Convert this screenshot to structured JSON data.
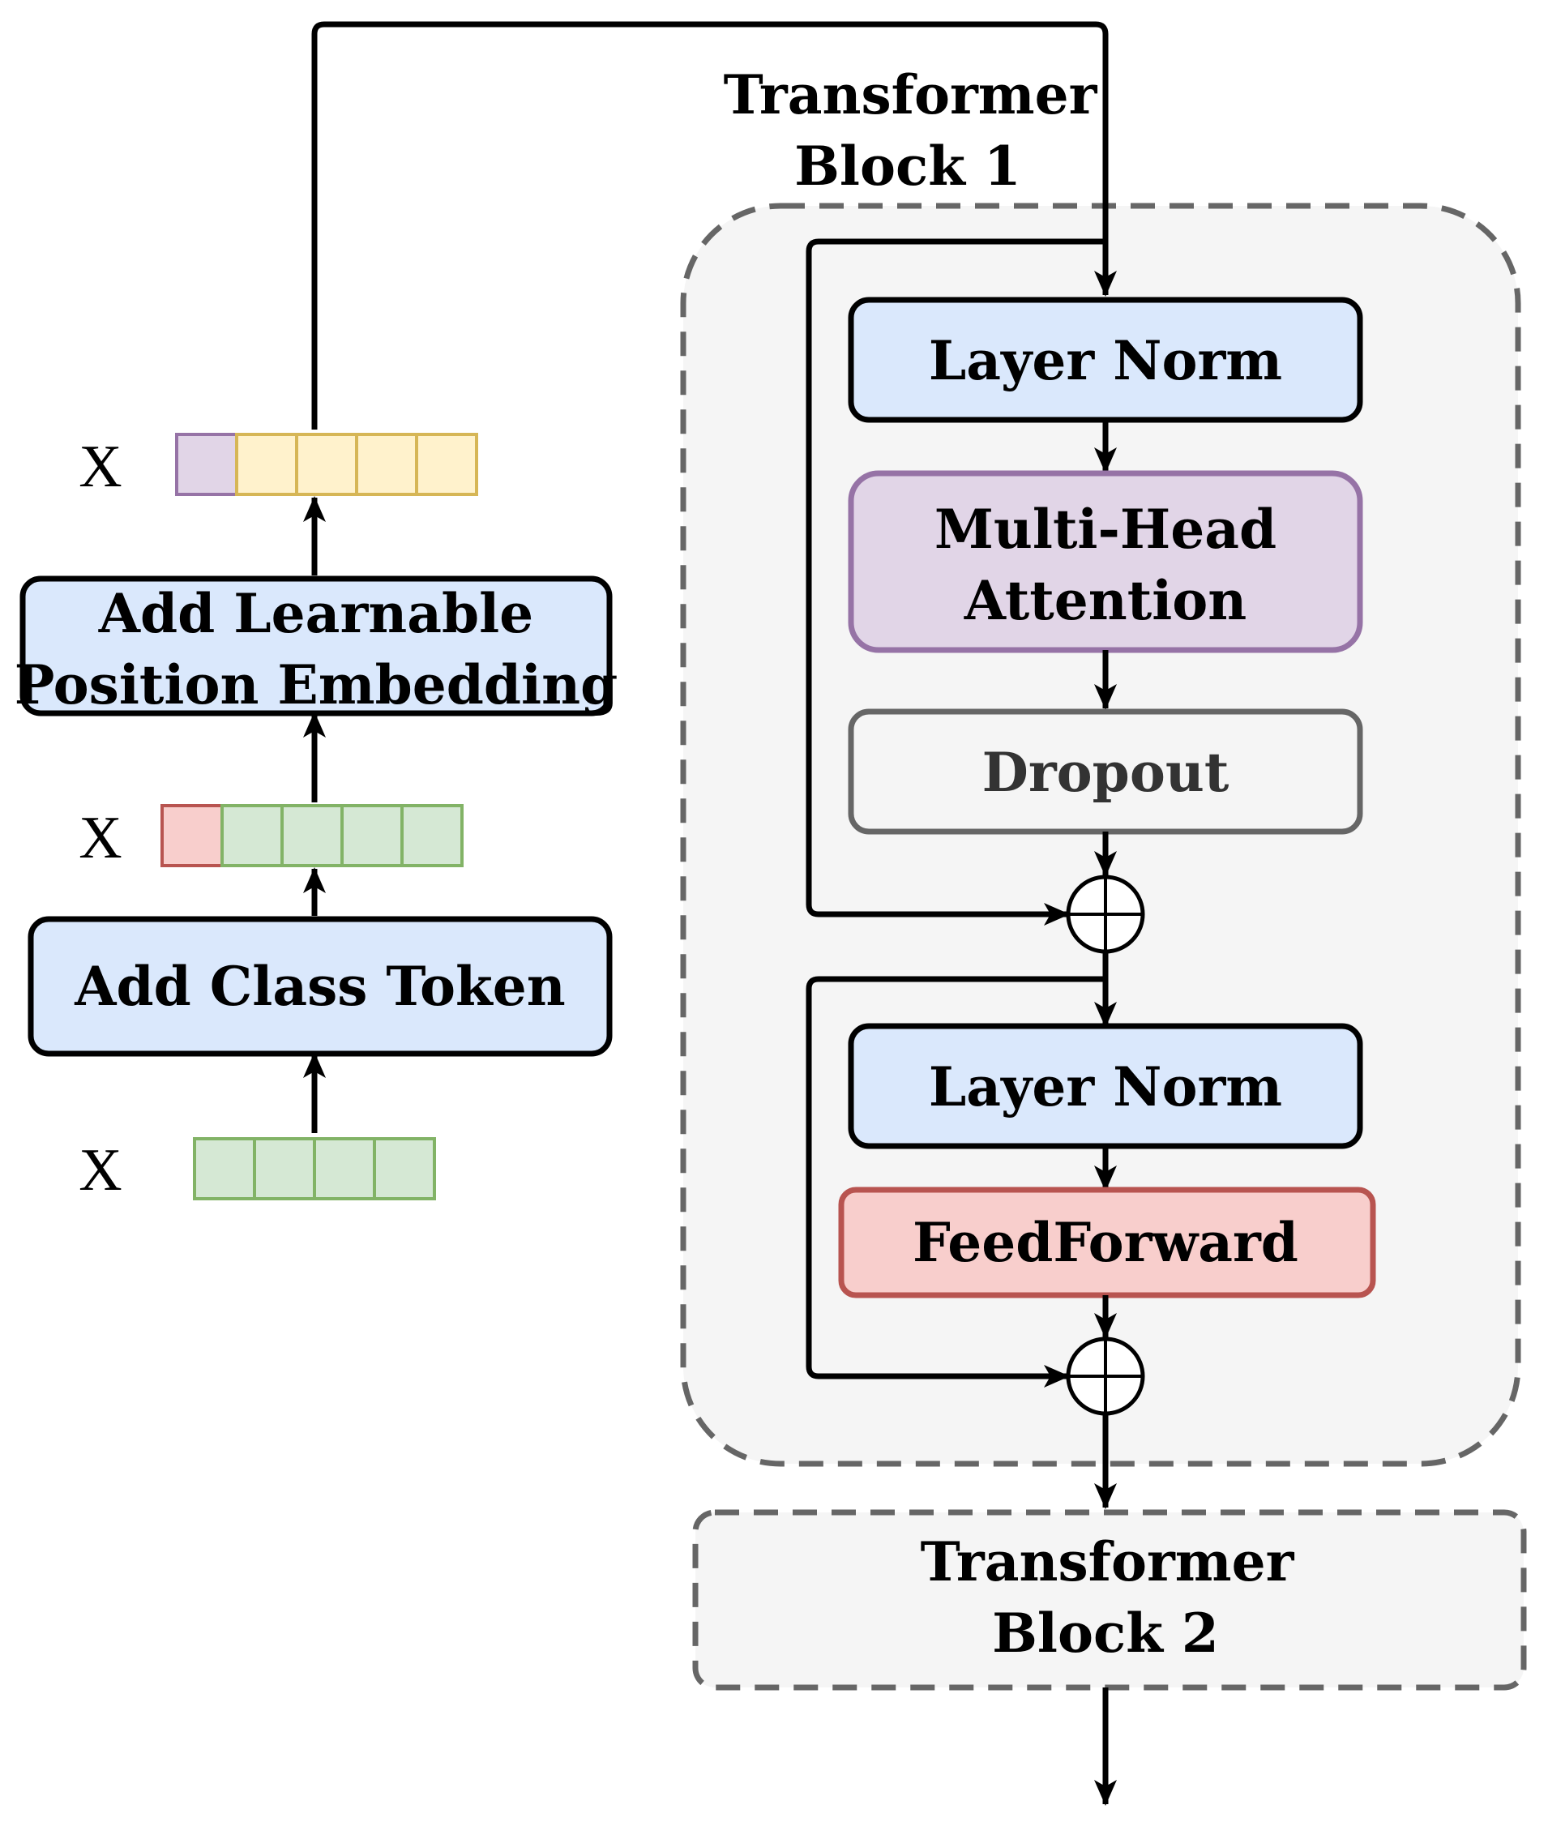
{
  "left": {
    "x_labels": [
      "X",
      "X",
      "X"
    ],
    "add_position_embedding": [
      "Add Learnable",
      "Position Embedding"
    ],
    "add_class_token": "Add Class Token"
  },
  "block1": {
    "title": [
      "Transformer",
      "Block 1"
    ],
    "layer_norm_1": "Layer Norm",
    "multi_head_attention": [
      "Multi-Head",
      "Attention"
    ],
    "dropout": "Dropout",
    "layer_norm_2": "Layer Norm",
    "feedforward": "FeedForward"
  },
  "block2": {
    "title": [
      "Transformer",
      "Block 2"
    ]
  },
  "colors": {
    "blue_fill": "#dae8fc",
    "purple_fill": "#e1d5e7",
    "purple_stroke": "#9673a6",
    "red_fill": "#f8cecc",
    "red_stroke": "#b85450",
    "green_fill": "#d5e8d4",
    "green_stroke": "#82b366",
    "yellow_fill": "#fff2cc",
    "yellow_stroke": "#d6b656",
    "gray_fill": "#f5f5f5",
    "gray_stroke": "#666666"
  }
}
